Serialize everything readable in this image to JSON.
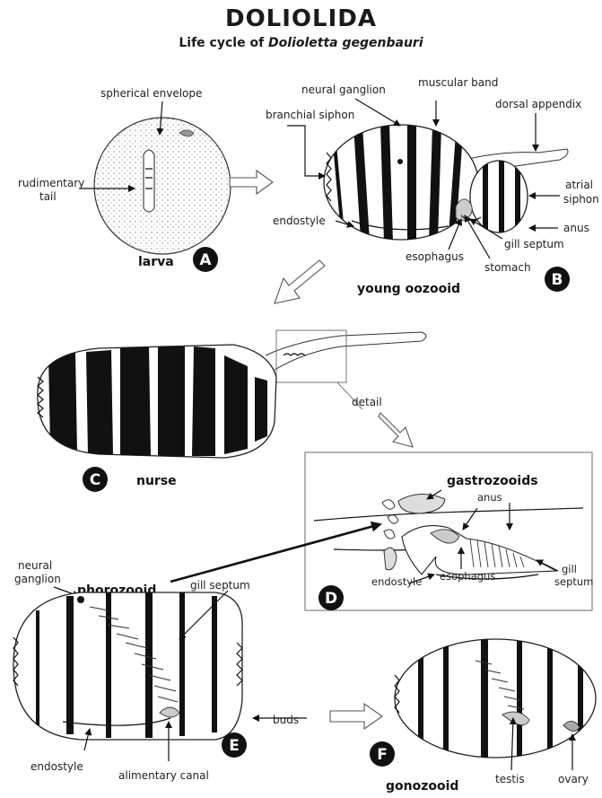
{
  "title": "DOLIOLIDA",
  "subtitle_prefix": "Life cycle of ",
  "subtitle_species": "Dolioletta gegenbauri",
  "stages": {
    "A": {
      "badge": "A",
      "name": "larva",
      "labels": {
        "envelope": "spherical envelope",
        "tail_1": "rudimentary",
        "tail_2": "tail"
      }
    },
    "B": {
      "badge": "B",
      "name": "young oozooid",
      "labels": {
        "neural": "neural ganglion",
        "muscular": "muscular band",
        "branchial": "branchial siphon",
        "dorsal": "dorsal appendix",
        "atrial_1": "atrial",
        "atrial_2": "siphon",
        "anus": "anus",
        "gill": "gill septum",
        "endostyle": "endostyle",
        "esophagus": "esophagus",
        "stomach": "stomach"
      }
    },
    "C": {
      "badge": "C",
      "name": "nurse",
      "labels": {
        "detail": "detail"
      }
    },
    "D": {
      "badge": "D",
      "labels": {
        "gastrozooids": "gastrozooids",
        "anus": "anus",
        "gill_1": "gill",
        "gill_2": "septum",
        "endostyle": "endostyle",
        "esophagus": "esophagus"
      }
    },
    "E": {
      "badge": "E",
      "name": "phorozooid",
      "labels": {
        "neural_1": "neural",
        "neural_2": "ganglion",
        "gill": "gill septum",
        "buds": "buds",
        "endostyle": "endostyle",
        "canal": "alimentary canal"
      }
    },
    "F": {
      "badge": "F",
      "name": "gonozooid",
      "labels": {
        "testis": "testis",
        "ovary": "ovary"
      }
    }
  }
}
